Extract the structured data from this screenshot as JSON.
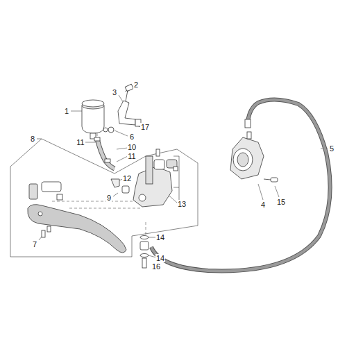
{
  "diagram": {
    "labels": [
      "1",
      "2",
      "3",
      "17",
      "6",
      "8",
      "11",
      "10",
      "11",
      "12",
      "9",
      "13",
      "5",
      "4",
      "15",
      "7",
      "14",
      "14",
      "16"
    ]
  }
}
